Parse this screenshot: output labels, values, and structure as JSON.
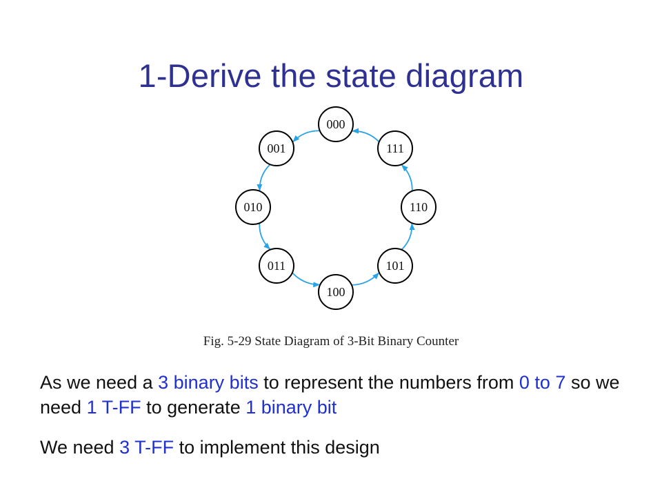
{
  "title": "1-Derive the state diagram",
  "diagram": {
    "states": [
      "000",
      "001",
      "010",
      "011",
      "100",
      "101",
      "110",
      "111"
    ],
    "transitions": [
      [
        "000",
        "001"
      ],
      [
        "001",
        "010"
      ],
      [
        "010",
        "011"
      ],
      [
        "011",
        "100"
      ],
      [
        "100",
        "101"
      ],
      [
        "101",
        "110"
      ],
      [
        "110",
        "111"
      ],
      [
        "111",
        "000"
      ]
    ],
    "caption": "Fig. 5-29  State Diagram of 3-Bit Binary Counter"
  },
  "colors": {
    "title": "#2e3192",
    "highlight": "#1f2fd0",
    "arrow": "#2aa3e6"
  },
  "text": {
    "p1": [
      {
        "t": "As we need a ",
        "hl": false
      },
      {
        "t": "3 binary bits",
        "hl": true
      },
      {
        "t": " to represent the numbers from ",
        "hl": false
      },
      {
        "t": "0 to 7",
        "hl": true
      },
      {
        "t": " so we need ",
        "hl": false
      },
      {
        "t": "1 T-FF",
        "hl": true
      },
      {
        "t": " to generate ",
        "hl": false
      },
      {
        "t": "1 binary bit",
        "hl": true
      }
    ],
    "p2": [
      {
        "t": "We need ",
        "hl": false
      },
      {
        "t": "3 T-FF",
        "hl": true
      },
      {
        "t": " to implement this design",
        "hl": false
      }
    ]
  }
}
